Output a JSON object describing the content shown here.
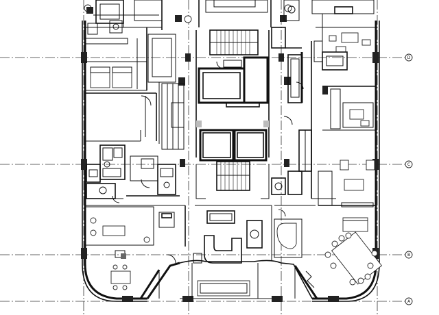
{
  "grid_bubbles": {
    "right": [
      "D",
      "C",
      "B",
      "A"
    ]
  }
}
